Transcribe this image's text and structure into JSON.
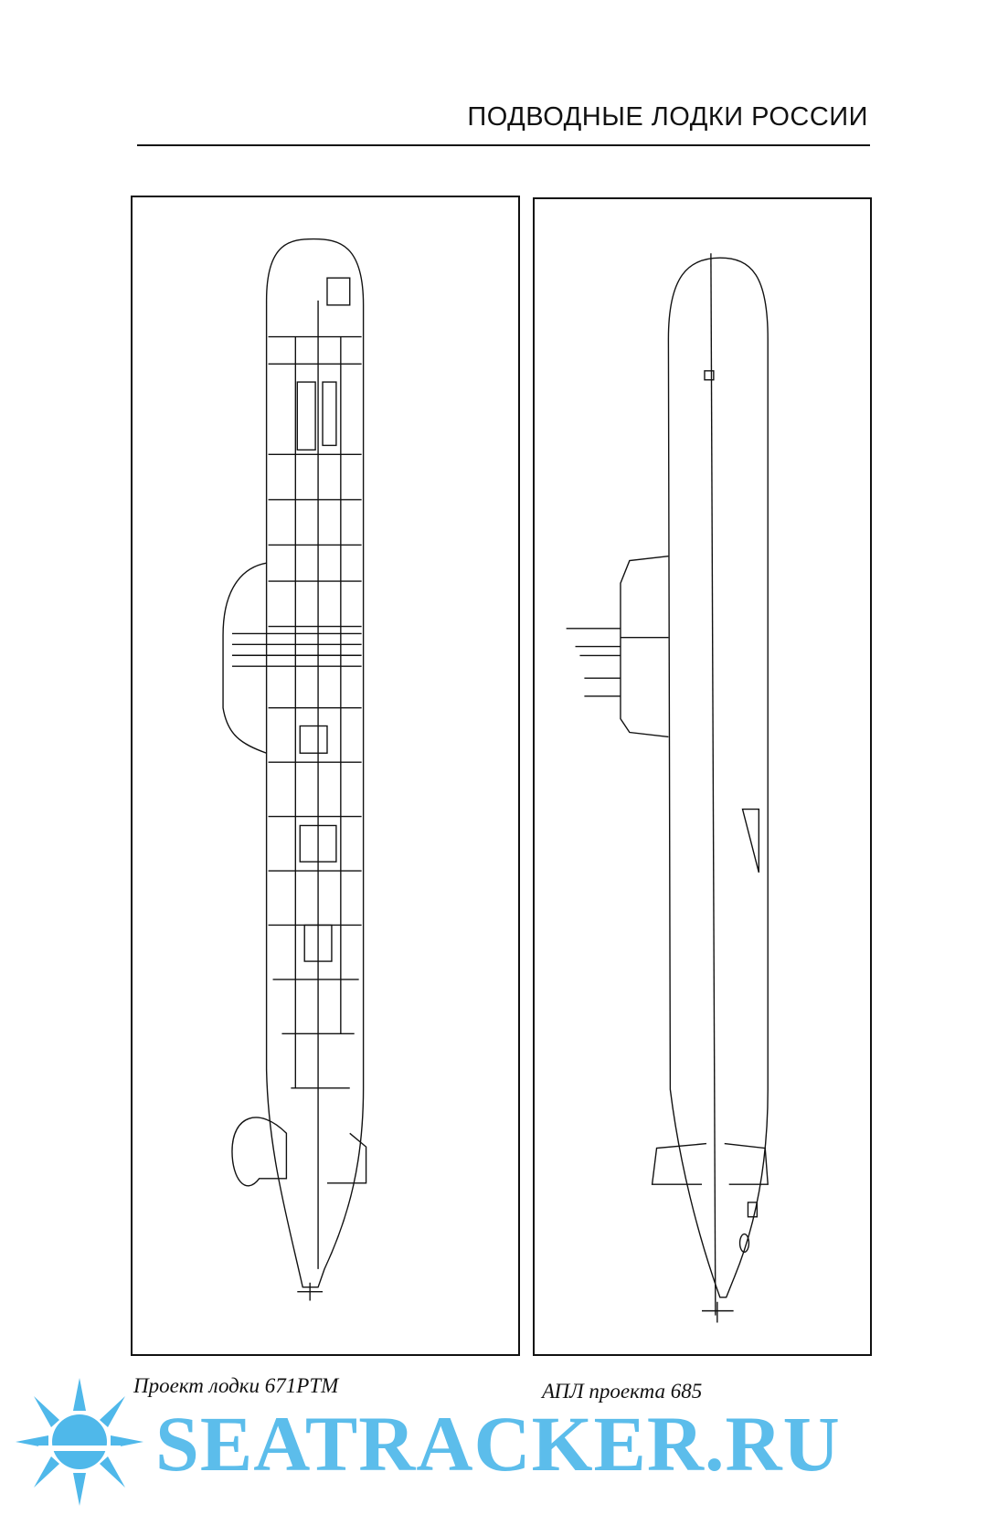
{
  "header": {
    "title": "ПОДВОДНЫЕ ЛОДКИ РОССИИ"
  },
  "figures": [
    {
      "caption": "Проект лодки  671РТМ"
    },
    {
      "caption": "АПЛ проекта 685"
    }
  ],
  "watermark": {
    "text": "SEATRACKER.RU",
    "color": "#4fb8ea"
  }
}
